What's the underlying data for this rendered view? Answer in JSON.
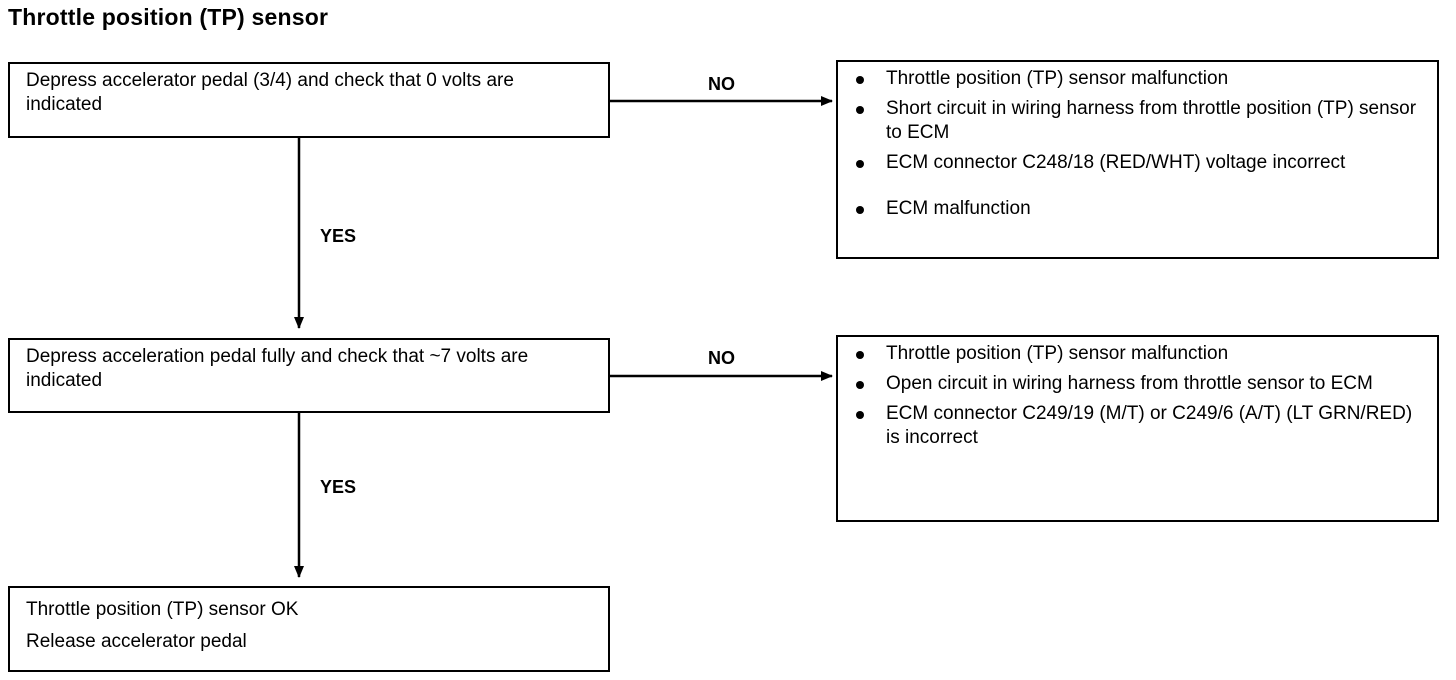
{
  "title": "Throttle position (TP) sensor",
  "steps": [
    {
      "text": "Depress accelerator pedal (3/4) and check that 0 volts are indicated"
    },
    {
      "text": "Depress acceleration pedal fully and check that ~7 volts are indicated"
    },
    {
      "line1": "Throttle position (TP) sensor OK",
      "line2": "Release accelerator pedal"
    }
  ],
  "results": [
    {
      "items": [
        "Throttle position (TP) sensor malfunction",
        "Short circuit in wiring harness from throttle position (TP) sensor to ECM",
        "ECM connector C248/18 (RED/WHT) voltage incorrect",
        "ECM malfunction"
      ]
    },
    {
      "items": [
        "Throttle position (TP) sensor malfunction",
        "Open circuit in wiring harness from throttle sensor to ECM",
        "ECM connector C249/19 (M/T) or C249/6 (A/T) (LT GRN/RED) is incorrect"
      ]
    }
  ],
  "labels": {
    "no": "NO",
    "yes": "YES"
  }
}
